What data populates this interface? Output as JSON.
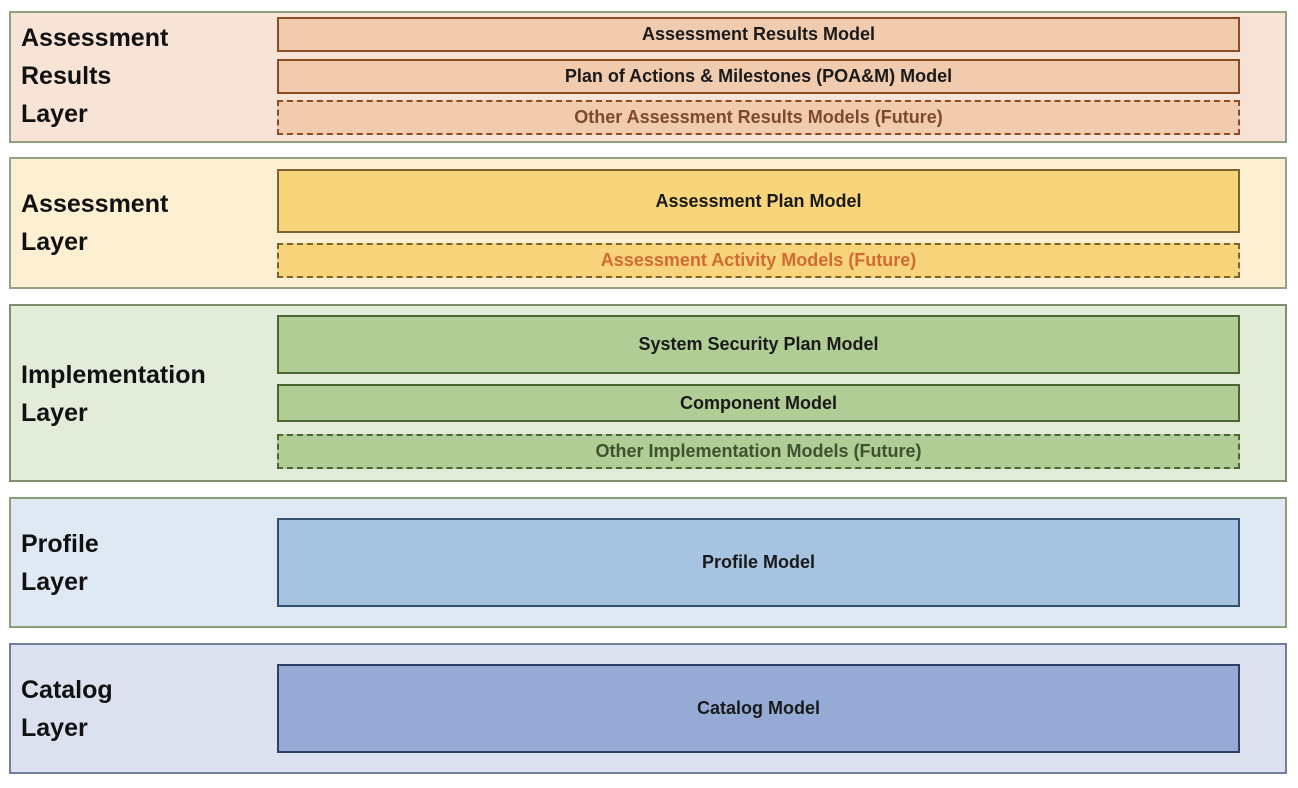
{
  "diagram": {
    "layers": [
      {
        "id": "assessment-results",
        "label_lines": [
          "Assessment",
          "Results",
          "Layer"
        ],
        "fill": "#f8e4d6",
        "models": [
          {
            "label": "Assessment Results Model",
            "future": false
          },
          {
            "label": "Plan of Actions & Milestones (POA&M) Model",
            "future": false
          },
          {
            "label": "Other Assessment Results Models (Future)",
            "future": true
          }
        ]
      },
      {
        "id": "assessment",
        "label_lines": [
          "Assessment",
          "Layer"
        ],
        "fill": "#fdf0d2",
        "models": [
          {
            "label": "Assessment Plan Model",
            "future": false
          },
          {
            "label": "Assessment Activity Models (Future)",
            "future": true
          }
        ]
      },
      {
        "id": "implementation",
        "label_lines": [
          "Implementation",
          "Layer"
        ],
        "fill": "#e3ecd8",
        "models": [
          {
            "label": "System Security Plan Model",
            "future": false
          },
          {
            "label": "Component Model",
            "future": false
          },
          {
            "label": "Other Implementation Models (Future)",
            "future": true
          }
        ]
      },
      {
        "id": "profile",
        "label_lines": [
          "Profile",
          "Layer"
        ],
        "fill": "#dfe9f4",
        "models": [
          {
            "label": "Profile Model",
            "future": false
          }
        ]
      },
      {
        "id": "catalog",
        "label_lines": [
          "Catalog",
          "Layer"
        ],
        "fill": "#dce1f0",
        "models": [
          {
            "label": "Catalog Model",
            "future": false
          }
        ]
      }
    ]
  }
}
